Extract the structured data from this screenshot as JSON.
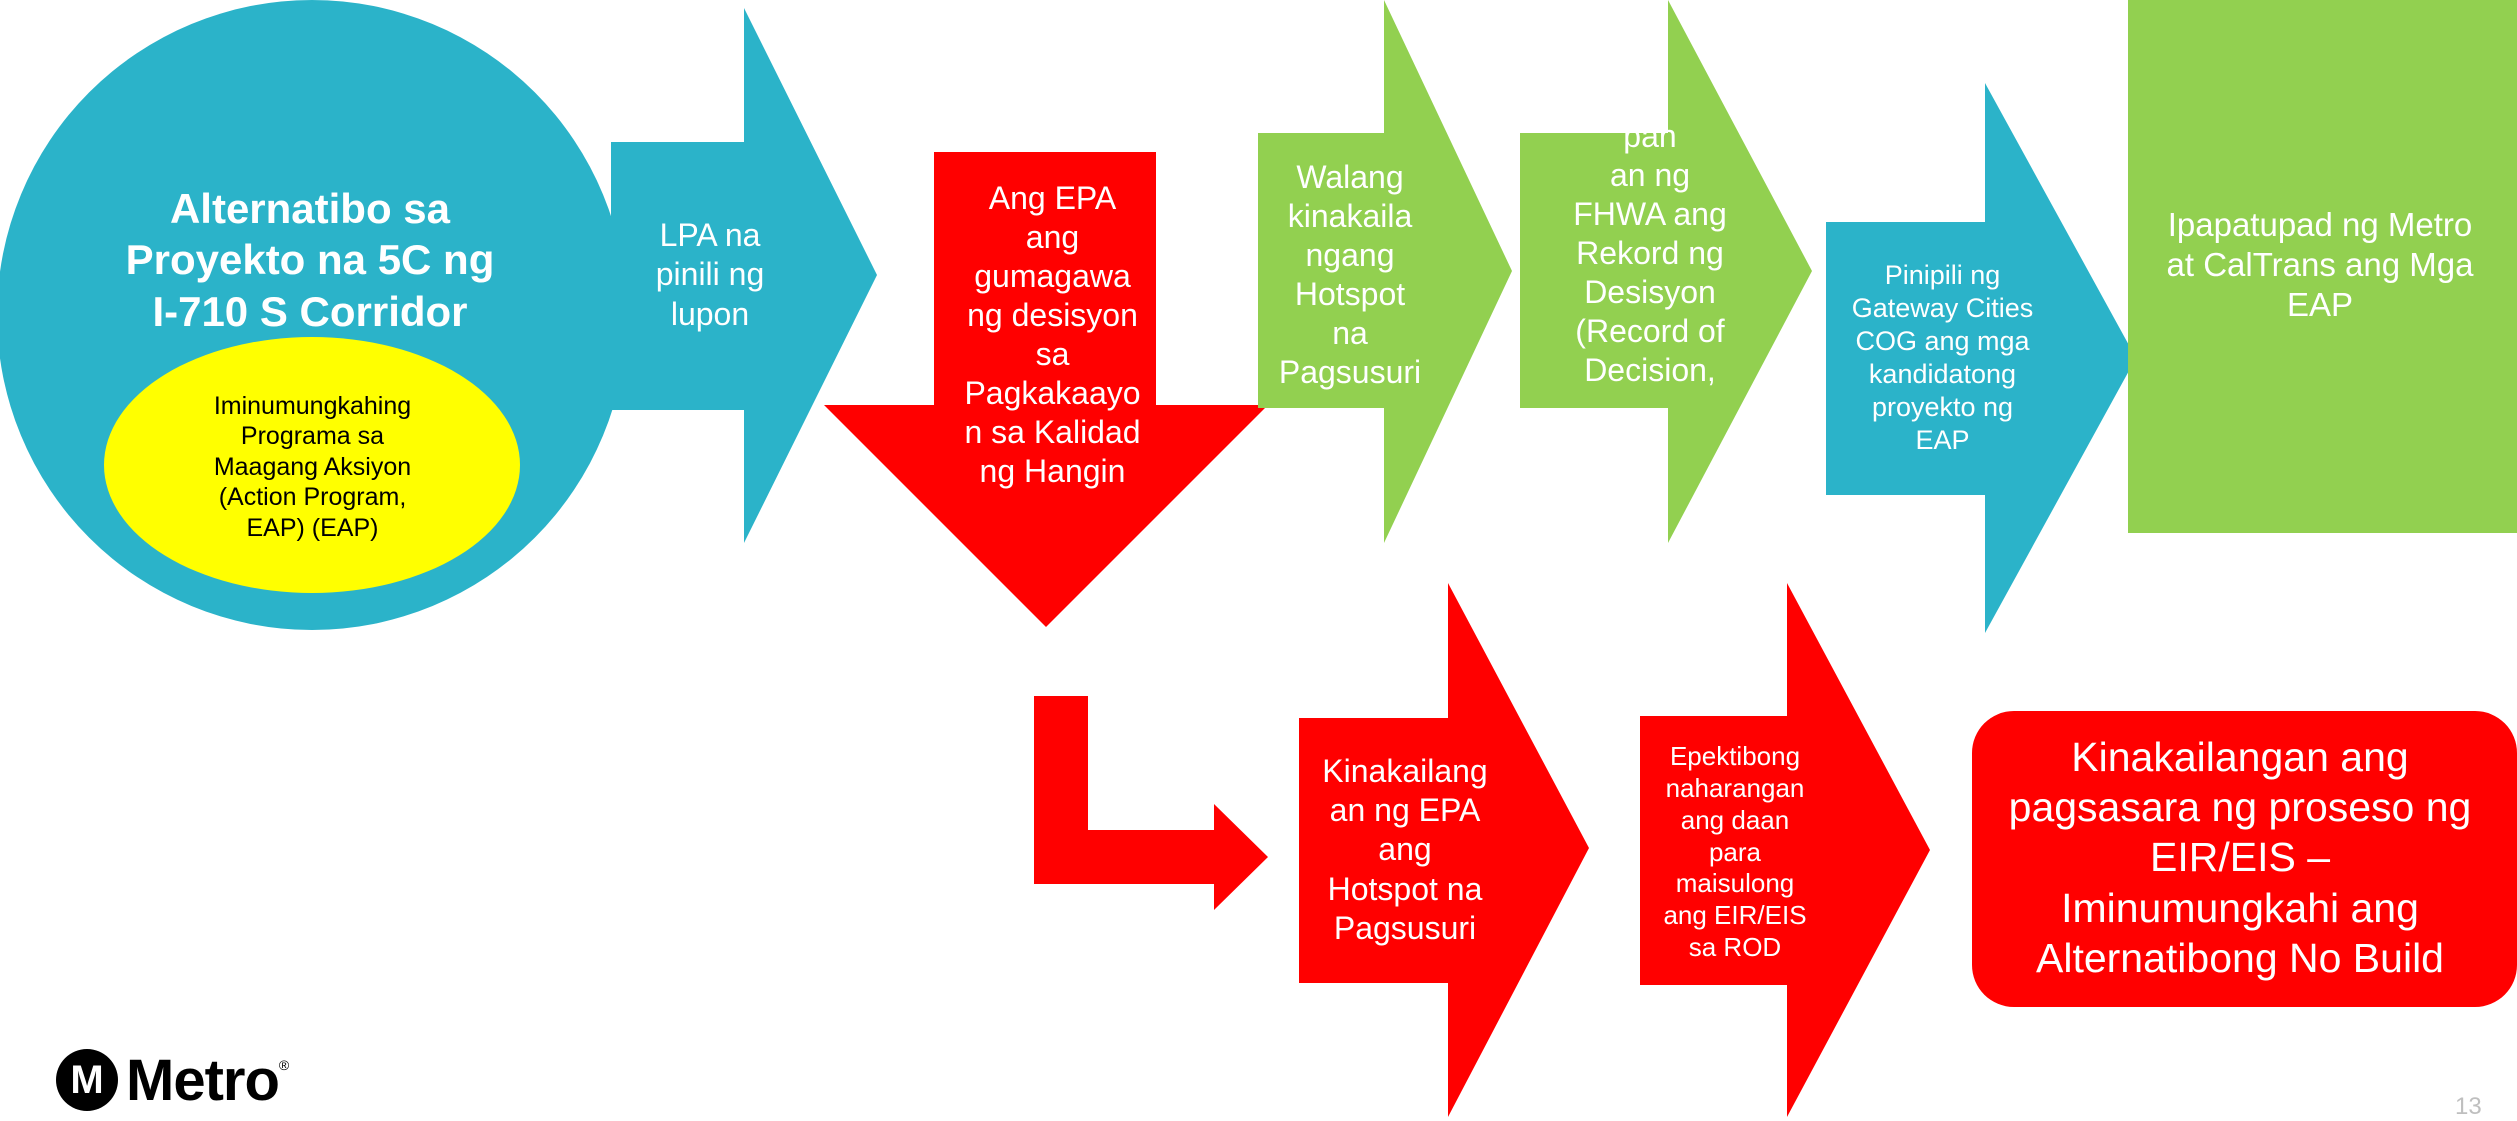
{
  "colors": {
    "teal": "#2bb3c9",
    "green": "#92d050",
    "red": "#ff0000",
    "yellow": "#ffff00"
  },
  "nodes": {
    "circle_title": "Alternatibo sa\nProyekto na 5C ng\nI-710 S Corridor",
    "eap_ellipse": "Iminumungkahing\nPrograma sa\nMaagang Aksiyon\n(Action Program,\nEAP) (EAP)",
    "lpa": "LPA na\npinili ng\nlupon",
    "epa_decision": "Ang EPA\nang\ngumagawa\nng desisyon\nsa\nPagkakaayo\nn sa Kalidad\nng Hangin",
    "walang": "Walang\nkinakaila\nngang\nHotspot\nna\nPagsusuri",
    "fhwa": "pah\nan ng\nFHWA ang\nRekord ng\nDesisyon\n(Record of\nDecision,",
    "gateway": "Pinipili ng\nGateway Cities\nCOG ang mga\nkandidatong\nproyekto ng\nEAP",
    "metro_caltrans": "Ipapatupad ng Metro\nat CalTrans ang Mga\nEAP",
    "kinakailangan_epa": "Kinakailang\nan ng EPA\nang\nHotspot na\nPagsusuri",
    "epektibong": "Epektibong\nnaharangan\nang daan\npara\nmaisulong\nang EIR/EIS\nsa ROD",
    "no_build": "Kinakailangan ang\npagsasara ng proseso ng\nEIR/EIS –\nIminumungkahi ang\nAlternatibong No Build"
  },
  "logo": {
    "mark": "M",
    "word": "Metro",
    "reg": "®"
  },
  "page_number": "13"
}
